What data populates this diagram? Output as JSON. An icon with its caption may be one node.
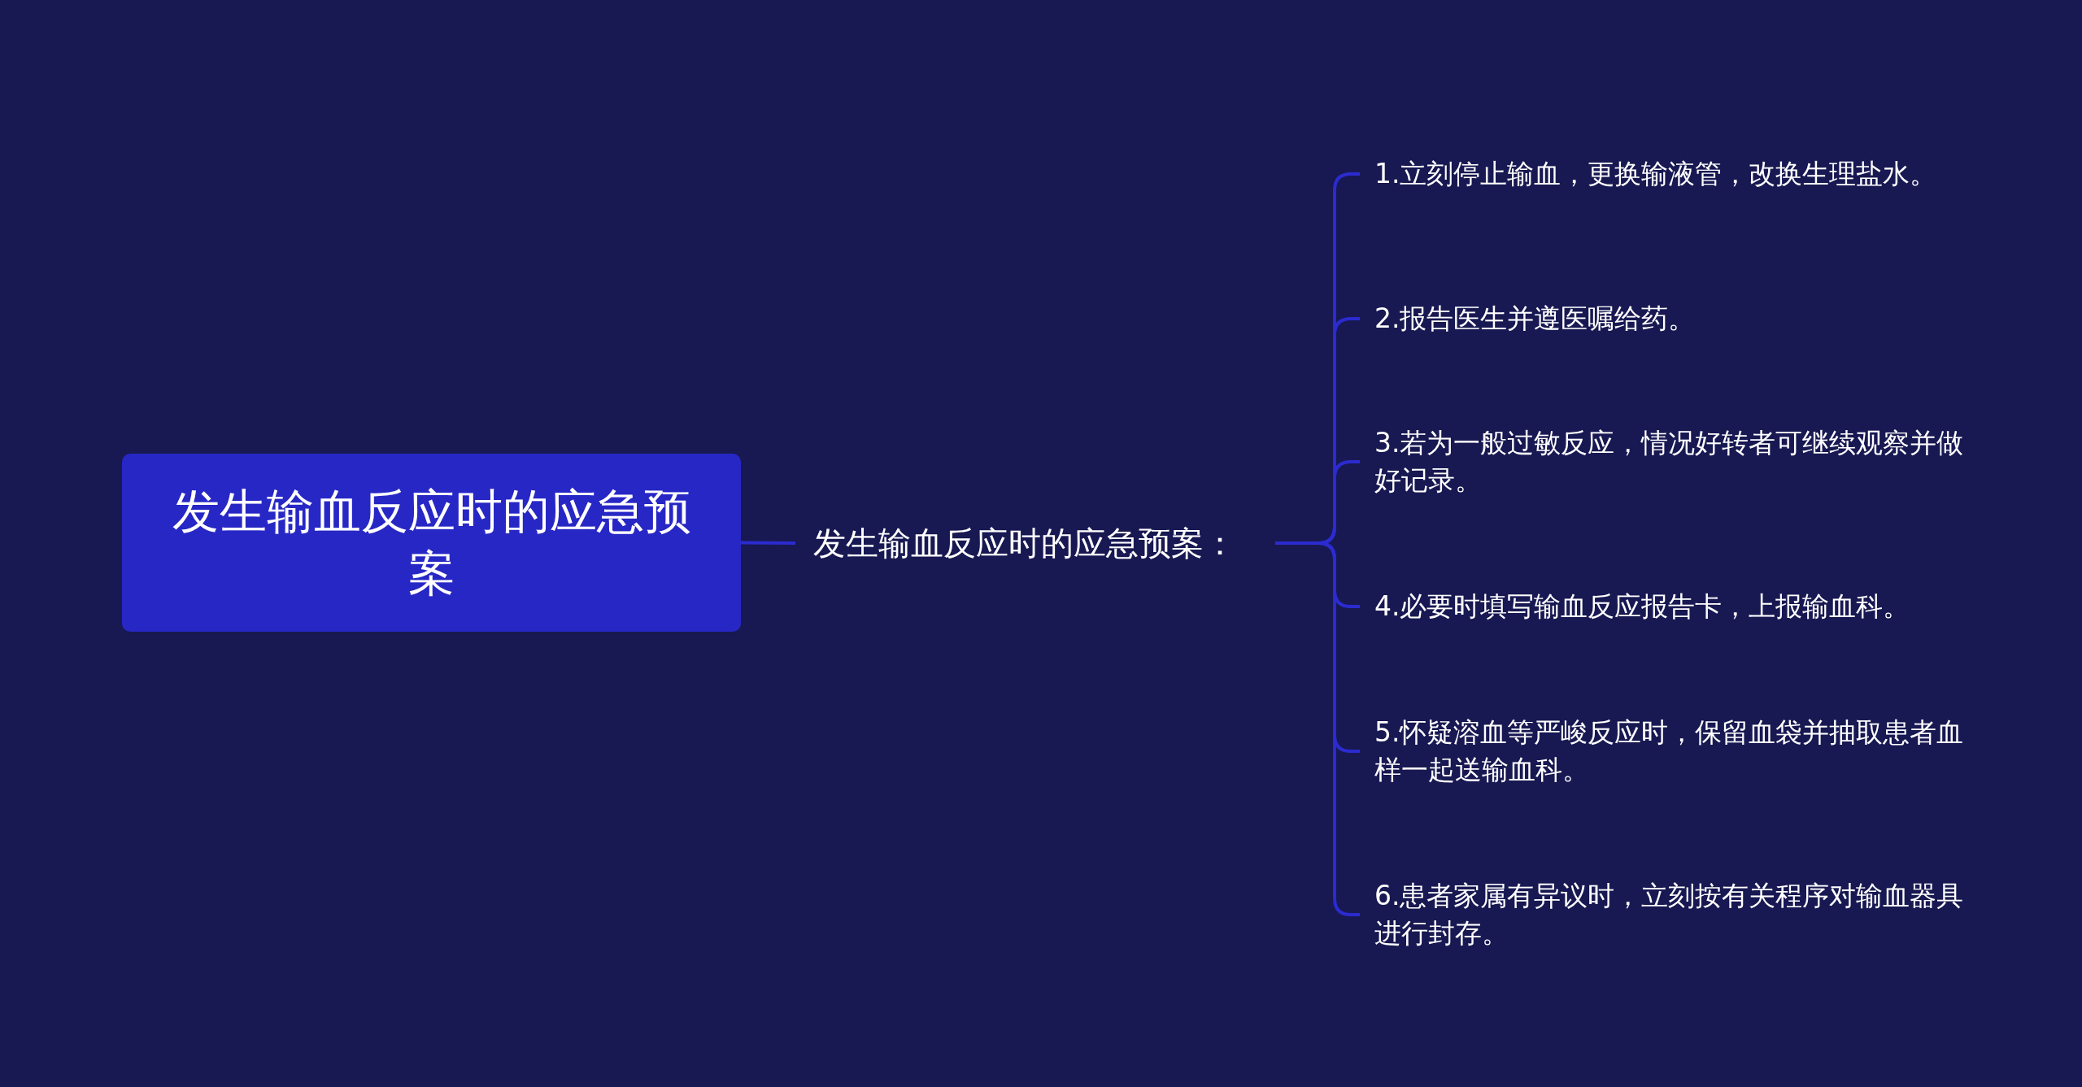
{
  "diagram": {
    "nodes": [
      {
        "text": [
          "发生输血反应时的应急预案"
        ]
      },
      {
        "text": [
          "发生输血反应时的应急预案："
        ]
      },
      {
        "text": [
          "1.立刻停止输血，更换输液管，改换生理盐水。"
        ]
      },
      {
        "text": [
          "2.报告医生并遵医嘱给药。"
        ]
      },
      {
        "text": [
          "3.若为一般过敏反应，情况好转者可继续观察并做好记录。"
        ]
      },
      {
        "text": [
          "4.必要时填写输血反应报告卡，上报输血科。"
        ]
      },
      {
        "text": [
          "5.怀疑溶血等严峻反应时，保留血袋并抽取患者血样一起送输血科。"
        ]
      },
      {
        "text": [
          "6.患者家属有异议时，立刻按有关程序对输血器具进行封存。"
        ]
      }
    ],
    "edges": [
      {
        "from": 0,
        "to": 1,
        "arrow": "none"
      },
      {
        "from": 1,
        "to": 2,
        "arrow": "none"
      },
      {
        "from": 1,
        "to": 3,
        "arrow": "none"
      },
      {
        "from": 1,
        "to": 4,
        "arrow": "none"
      },
      {
        "from": 1,
        "to": 5,
        "arrow": "none"
      },
      {
        "from": 1,
        "to": 6,
        "arrow": "none"
      },
      {
        "from": 1,
        "to": 7,
        "arrow": "none"
      }
    ]
  }
}
